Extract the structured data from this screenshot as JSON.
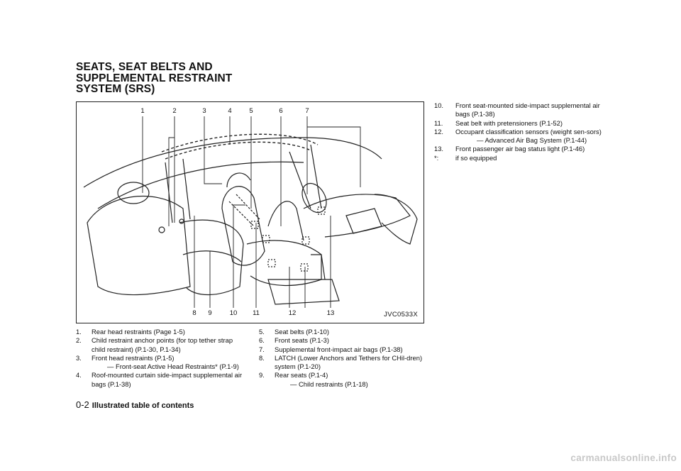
{
  "section_title": [
    "SEATS, SEAT BELTS AND",
    "SUPPLEMENTAL RESTRAINT",
    "SYSTEM (SRS)"
  ],
  "figure": {
    "code": "JVC0533X",
    "callouts_top": [
      "1",
      "2",
      "3",
      "4",
      "5",
      "6",
      "7"
    ],
    "callouts_bottom": [
      "8",
      "9",
      "10",
      "11",
      "12",
      "13"
    ]
  },
  "column1": [
    {
      "num": "1.",
      "text": "Rear head restraints (Page 1-5)"
    },
    {
      "num": "2.",
      "text": "Child restraint anchor points (for top tether strap child restraint) (P.1-30, P.1-34)"
    },
    {
      "num": "3.",
      "text": "Front head restraints (P.1-5)",
      "sub": "— Front-seat Active Head Restraints* (P.1-9)"
    },
    {
      "num": "4.",
      "text": "Roof-mounted curtain side-impact supplemental air bags (P.1-38)"
    }
  ],
  "column2": [
    {
      "num": "5.",
      "text": "Seat belts (P.1-10)"
    },
    {
      "num": "6.",
      "text": "Front seats (P.1-3)"
    },
    {
      "num": "7.",
      "text": "Supplemental front-impact air bags (P.1-38)"
    },
    {
      "num": "8.",
      "text": "LATCH (Lower Anchors and Tethers for CHil-dren) system (P.1-20)"
    },
    {
      "num": "9.",
      "text": "Rear seats (P.1-4)",
      "sub": "— Child restraints (P.1-18)"
    }
  ],
  "column3": [
    {
      "num": "10.",
      "text": "Front seat-mounted side-impact supplemental air bags (P.1-38)"
    },
    {
      "num": "11.",
      "text": "Seat belt with pretensioners (P.1-52)"
    },
    {
      "num": "12.",
      "text": "Occupant classification sensors (weight sen-sors)",
      "sub": "— Advanced Air Bag System (P.1-44)"
    },
    {
      "num": "13.",
      "text": "Front passenger air bag status light (P.1-46)"
    },
    {
      "num": "*:",
      "text": "if so equipped"
    }
  ],
  "footer": {
    "page": "0-2",
    "chapter": "Illustrated table of contents"
  },
  "watermark": "carmanualsonline.info"
}
